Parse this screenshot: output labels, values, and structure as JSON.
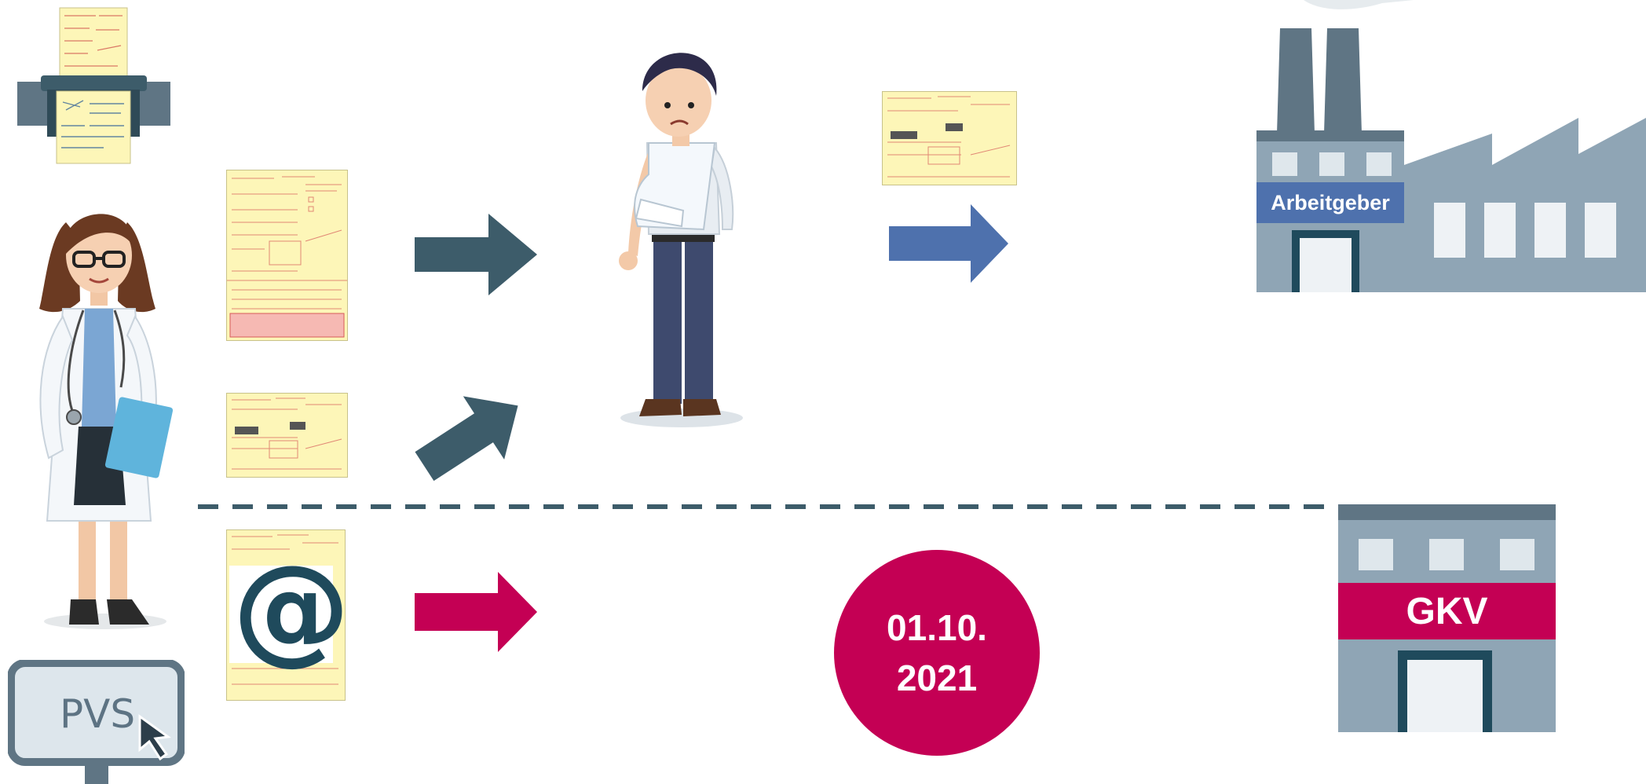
{
  "employer_label": "Arbeitgeber",
  "gkv_label": "GKV",
  "pvs_label": "PVS",
  "e_symbol": "@",
  "date_line1": "01.10.",
  "date_line2": "2021",
  "colors": {
    "dark_teal": "#3d5c6a",
    "blue_arrow": "#4e71ad",
    "magenta": "#c40054",
    "building_blue": "#8fa5b5",
    "building_dark": "#5f7584",
    "form_yellow": "#fdf6b8"
  }
}
